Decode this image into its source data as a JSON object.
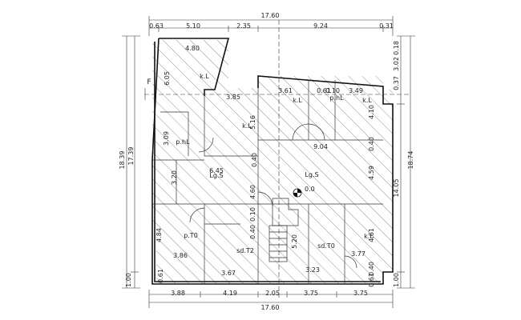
{
  "top_dims": {
    "total": "17.60",
    "parts": [
      "0.63",
      "5.10",
      "2.35",
      "9.24",
      "0.31"
    ]
  },
  "bottom_dims": {
    "total": "17.60",
    "parts": [
      "3.88",
      "4.19",
      "2.05",
      "3.75",
      "3.75"
    ]
  },
  "left_dims": {
    "outer": "18.39",
    "inner": "17.39",
    "bottom": "1.00"
  },
  "right_dims": {
    "outer": "18.74",
    "inner": "14.05",
    "bottom": "1.00",
    "top_parts": [
      "0.37",
      "3.02",
      "0.18"
    ]
  },
  "section_marker": "F",
  "level_marker": "0.0",
  "rooms": {
    "kl_top_left": "k.L",
    "kl_mid": "k.L",
    "kl_top_center": "k.L",
    "kl_top_right": "k.L",
    "kl_bottom_right": "k.L",
    "phl_left": "p.hL",
    "phl_right": "p.hL",
    "lgs_left": "Lg.S",
    "lgs_center": "Lg.S",
    "pto": "p.T0",
    "sdto": "sd.T0",
    "sdt2": "sd.T2"
  },
  "room_dims": {
    "d480": "4.80",
    "d605": "6.05",
    "d385": "3.85",
    "d516": "5.16",
    "d361": "3.61",
    "d061": "0.61",
    "d010": "0.10",
    "d349": "3.49",
    "d410": "4.10",
    "d309": "3.09",
    "d904": "9.04",
    "d040a": "0.40",
    "d040b": "0.40",
    "d645": "6.45",
    "d320": "3.20",
    "d460": "4.60",
    "d459": "4.59",
    "d010b": "0.10",
    "d040c": "0.40",
    "d484": "4.84",
    "d386": "3.86",
    "d367": "3.67",
    "d520": "5.20",
    "d323": "3.23",
    "d377": "3.77",
    "d461": "4.61",
    "d040d": "0.40",
    "d061b": "0.61",
    "d061c": "0.61"
  }
}
